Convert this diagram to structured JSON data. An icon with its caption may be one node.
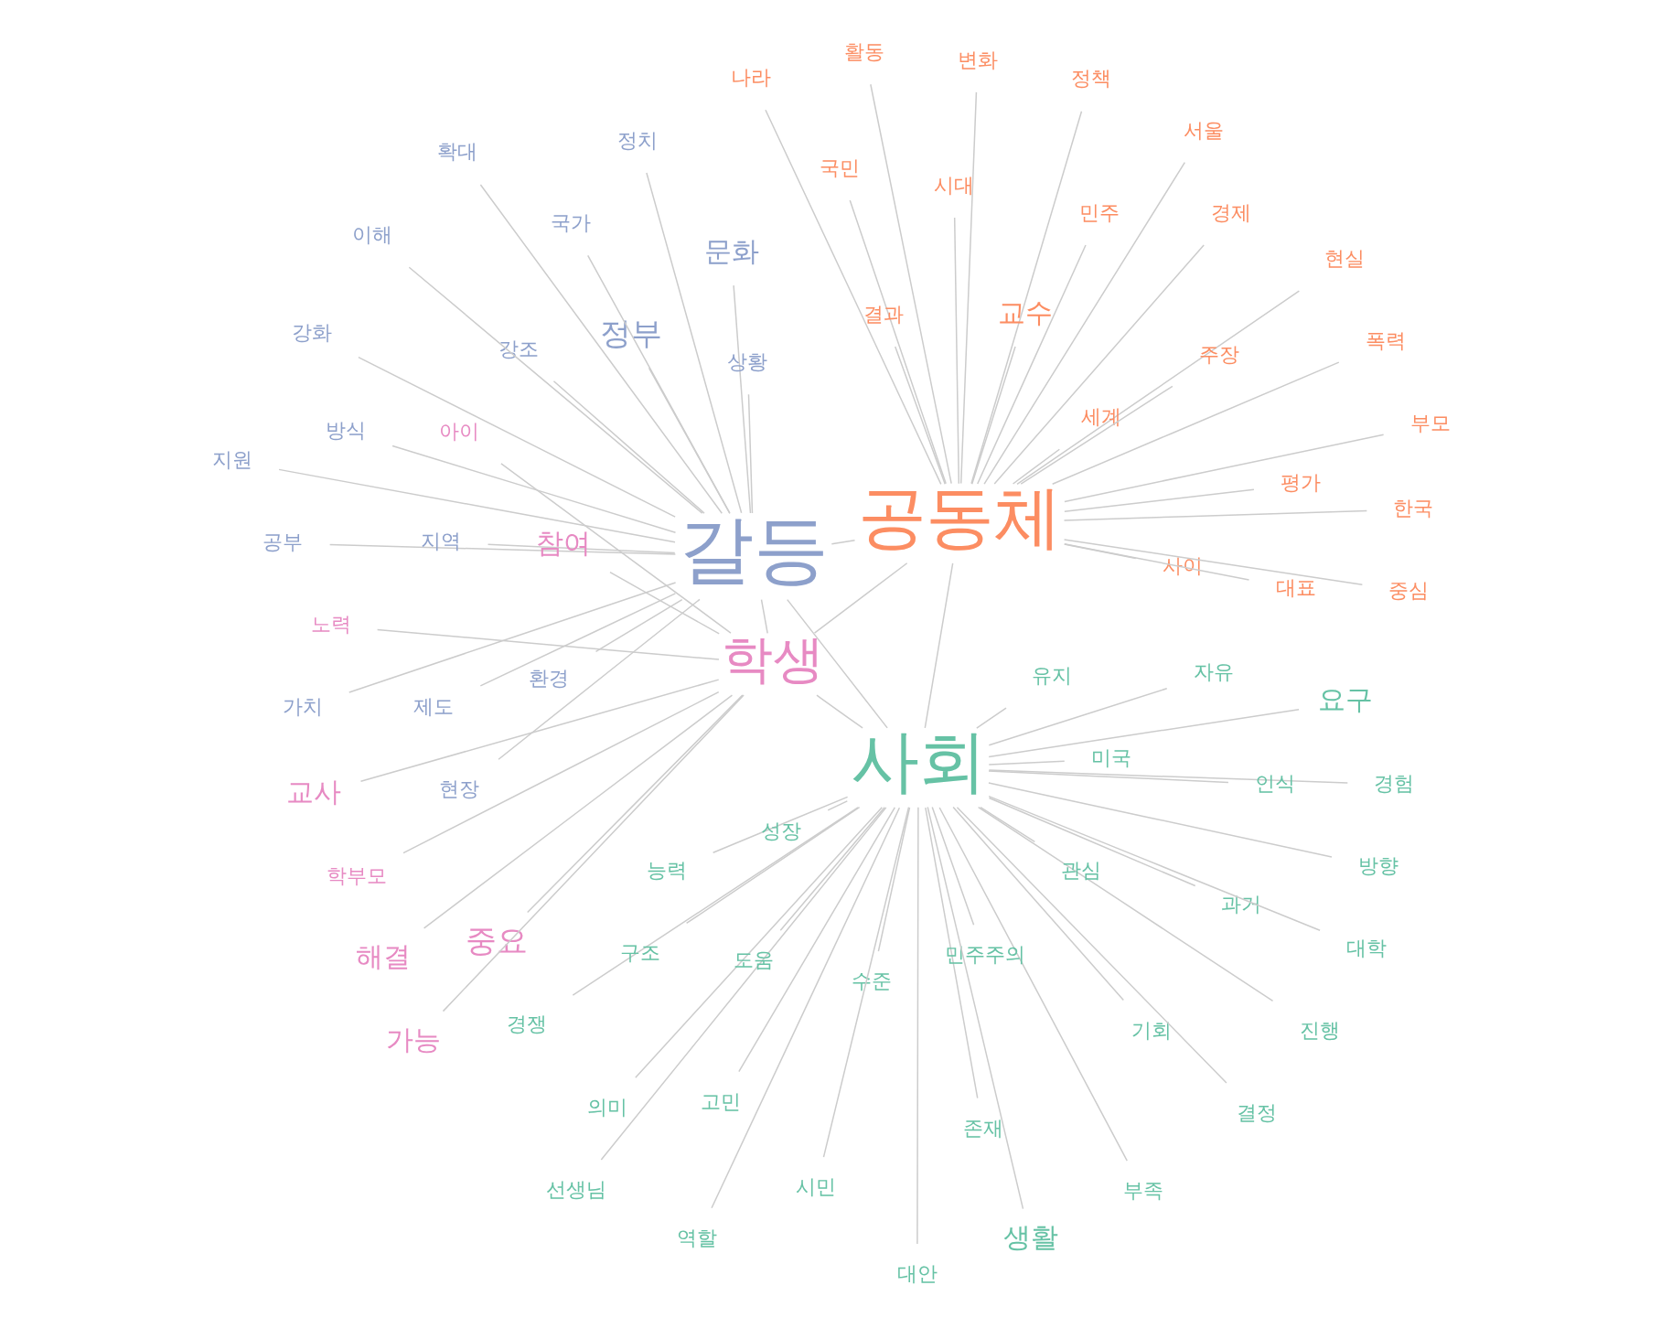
{
  "diagram": {
    "nodes": [
      {
        "text": [
          "사회"
        ]
      },
      {
        "text": [
          "공동체"
        ]
      },
      {
        "text": [
          "갈등"
        ]
      },
      {
        "text": [
          "학생"
        ]
      },
      {
        "text": [
          "과거"
        ]
      },
      {
        "text": [
          "의미"
        ]
      },
      {
        "text": [
          "선생님"
        ]
      },
      {
        "text": [
          "진행"
        ]
      },
      {
        "text": [
          "대안"
        ]
      },
      {
        "text": [
          "부족"
        ]
      },
      {
        "text": [
          "존재"
        ]
      },
      {
        "text": [
          "경쟁"
        ]
      },
      {
        "text": [
          "방향"
        ]
      },
      {
        "text": [
          "경험"
        ]
      },
      {
        "text": [
          "유지"
        ]
      },
      {
        "text": [
          "기회"
        ]
      },
      {
        "text": [
          "결정"
        ]
      },
      {
        "text": [
          "능력"
        ]
      },
      {
        "text": [
          "구조"
        ]
      },
      {
        "text": [
          "도움"
        ]
      },
      {
        "text": [
          "민주주의"
        ]
      },
      {
        "text": [
          "고민"
        ]
      },
      {
        "text": [
          "인식"
        ]
      },
      {
        "text": [
          "자유"
        ]
      },
      {
        "text": [
          "성장"
        ]
      },
      {
        "text": [
          "생활"
        ]
      },
      {
        "text": [
          "요구"
        ]
      },
      {
        "text": [
          "수준"
        ]
      },
      {
        "text": [
          "시민"
        ]
      },
      {
        "text": [
          "대학"
        ]
      },
      {
        "text": [
          "미국"
        ]
      },
      {
        "text": [
          "관심"
        ]
      },
      {
        "text": [
          "역할"
        ]
      },
      {
        "text": [
          "활동"
        ]
      },
      {
        "text": [
          "현실"
        ]
      },
      {
        "text": [
          "사이"
        ]
      },
      {
        "text": [
          "세계"
        ]
      },
      {
        "text": [
          "경제"
        ]
      },
      {
        "text": [
          "나라"
        ]
      },
      {
        "text": [
          "국민"
        ]
      },
      {
        "text": [
          "정책"
        ]
      },
      {
        "text": [
          "변화"
        ]
      },
      {
        "text": [
          "교수"
        ]
      },
      {
        "text": [
          "주장"
        ]
      },
      {
        "text": [
          "한국"
        ]
      },
      {
        "text": [
          "결과"
        ]
      },
      {
        "text": [
          "중심"
        ]
      },
      {
        "text": [
          "대표"
        ]
      },
      {
        "text": [
          "평가"
        ]
      },
      {
        "text": [
          "부모"
        ]
      },
      {
        "text": [
          "시대"
        ]
      },
      {
        "text": [
          "폭력"
        ]
      },
      {
        "text": [
          "서울"
        ]
      },
      {
        "text": [
          "민주"
        ]
      },
      {
        "text": [
          "확대"
        ]
      },
      {
        "text": [
          "제도"
        ]
      },
      {
        "text": [
          "가치"
        ]
      },
      {
        "text": [
          "강화"
        ]
      },
      {
        "text": [
          "문화"
        ]
      },
      {
        "text": [
          "지원"
        ]
      },
      {
        "text": [
          "강조"
        ]
      },
      {
        "text": [
          "이해"
        ]
      },
      {
        "text": [
          "공부"
        ]
      },
      {
        "text": [
          "정치"
        ]
      },
      {
        "text": [
          "상황"
        ]
      },
      {
        "text": [
          "지역"
        ]
      },
      {
        "text": [
          "정부"
        ]
      },
      {
        "text": [
          "국가"
        ]
      },
      {
        "text": [
          "환경"
        ]
      },
      {
        "text": [
          "방식"
        ]
      },
      {
        "text": [
          "현장"
        ]
      },
      {
        "text": [
          "아이"
        ]
      },
      {
        "text": [
          "노력"
        ]
      },
      {
        "text": [
          "교사"
        ]
      },
      {
        "text": [
          "해결"
        ]
      },
      {
        "text": [
          "중요"
        ]
      },
      {
        "text": [
          "참여"
        ]
      },
      {
        "text": [
          "가능"
        ]
      },
      {
        "text": [
          "학부모"
        ]
      }
    ],
    "edges": [
      {
        "from": 0,
        "to": 1,
        "arrow": "none"
      },
      {
        "from": 0,
        "to": 2,
        "arrow": "none"
      },
      {
        "from": 0,
        "to": 3,
        "arrow": "none"
      },
      {
        "from": 1,
        "to": 2,
        "arrow": "none"
      },
      {
        "from": 1,
        "to": 3,
        "arrow": "none"
      },
      {
        "from": 2,
        "to": 3,
        "arrow": "none"
      },
      {
        "from": 0,
        "to": 4,
        "arrow": "none"
      },
      {
        "from": 0,
        "to": 5,
        "arrow": "none"
      },
      {
        "from": 0,
        "to": 6,
        "arrow": "none"
      },
      {
        "from": 0,
        "to": 7,
        "arrow": "none"
      },
      {
        "from": 0,
        "to": 8,
        "arrow": "none"
      },
      {
        "from": 0,
        "to": 9,
        "arrow": "none"
      },
      {
        "from": 0,
        "to": 10,
        "arrow": "none"
      },
      {
        "from": 0,
        "to": 11,
        "arrow": "none"
      },
      {
        "from": 0,
        "to": 12,
        "arrow": "none"
      },
      {
        "from": 0,
        "to": 13,
        "arrow": "none"
      },
      {
        "from": 0,
        "to": 14,
        "arrow": "none"
      },
      {
        "from": 0,
        "to": 15,
        "arrow": "none"
      },
      {
        "from": 0,
        "to": 16,
        "arrow": "none"
      },
      {
        "from": 0,
        "to": 17,
        "arrow": "none"
      },
      {
        "from": 0,
        "to": 18,
        "arrow": "none"
      },
      {
        "from": 0,
        "to": 19,
        "arrow": "none"
      },
      {
        "from": 0,
        "to": 20,
        "arrow": "none"
      },
      {
        "from": 0,
        "to": 21,
        "arrow": "none"
      },
      {
        "from": 0,
        "to": 22,
        "arrow": "none"
      },
      {
        "from": 0,
        "to": 23,
        "arrow": "none"
      },
      {
        "from": 0,
        "to": 24,
        "arrow": "none"
      },
      {
        "from": 0,
        "to": 25,
        "arrow": "none"
      },
      {
        "from": 0,
        "to": 26,
        "arrow": "none"
      },
      {
        "from": 0,
        "to": 27,
        "arrow": "none"
      },
      {
        "from": 0,
        "to": 28,
        "arrow": "none"
      },
      {
        "from": 0,
        "to": 29,
        "arrow": "none"
      },
      {
        "from": 0,
        "to": 30,
        "arrow": "none"
      },
      {
        "from": 0,
        "to": 31,
        "arrow": "none"
      },
      {
        "from": 0,
        "to": 32,
        "arrow": "none"
      },
      {
        "from": 1,
        "to": 33,
        "arrow": "none"
      },
      {
        "from": 1,
        "to": 34,
        "arrow": "none"
      },
      {
        "from": 1,
        "to": 35,
        "arrow": "none"
      },
      {
        "from": 1,
        "to": 36,
        "arrow": "none"
      },
      {
        "from": 1,
        "to": 37,
        "arrow": "none"
      },
      {
        "from": 1,
        "to": 38,
        "arrow": "none"
      },
      {
        "from": 1,
        "to": 39,
        "arrow": "none"
      },
      {
        "from": 1,
        "to": 40,
        "arrow": "none"
      },
      {
        "from": 1,
        "to": 41,
        "arrow": "none"
      },
      {
        "from": 1,
        "to": 42,
        "arrow": "none"
      },
      {
        "from": 1,
        "to": 43,
        "arrow": "none"
      },
      {
        "from": 1,
        "to": 44,
        "arrow": "none"
      },
      {
        "from": 1,
        "to": 45,
        "arrow": "none"
      },
      {
        "from": 1,
        "to": 46,
        "arrow": "none"
      },
      {
        "from": 1,
        "to": 47,
        "arrow": "none"
      },
      {
        "from": 1,
        "to": 48,
        "arrow": "none"
      },
      {
        "from": 1,
        "to": 49,
        "arrow": "none"
      },
      {
        "from": 1,
        "to": 50,
        "arrow": "none"
      },
      {
        "from": 1,
        "to": 51,
        "arrow": "none"
      },
      {
        "from": 1,
        "to": 52,
        "arrow": "none"
      },
      {
        "from": 1,
        "to": 53,
        "arrow": "none"
      },
      {
        "from": 2,
        "to": 54,
        "arrow": "none"
      },
      {
        "from": 2,
        "to": 55,
        "arrow": "none"
      },
      {
        "from": 2,
        "to": 56,
        "arrow": "none"
      },
      {
        "from": 2,
        "to": 57,
        "arrow": "none"
      },
      {
        "from": 2,
        "to": 58,
        "arrow": "none"
      },
      {
        "from": 2,
        "to": 59,
        "arrow": "none"
      },
      {
        "from": 2,
        "to": 60,
        "arrow": "none"
      },
      {
        "from": 2,
        "to": 61,
        "arrow": "none"
      },
      {
        "from": 2,
        "to": 62,
        "arrow": "none"
      },
      {
        "from": 2,
        "to": 63,
        "arrow": "none"
      },
      {
        "from": 2,
        "to": 64,
        "arrow": "none"
      },
      {
        "from": 2,
        "to": 65,
        "arrow": "none"
      },
      {
        "from": 2,
        "to": 66,
        "arrow": "none"
      },
      {
        "from": 2,
        "to": 67,
        "arrow": "none"
      },
      {
        "from": 2,
        "to": 68,
        "arrow": "none"
      },
      {
        "from": 2,
        "to": 69,
        "arrow": "none"
      },
      {
        "from": 2,
        "to": 70,
        "arrow": "none"
      },
      {
        "from": 3,
        "to": 71,
        "arrow": "none"
      },
      {
        "from": 3,
        "to": 72,
        "arrow": "none"
      },
      {
        "from": 3,
        "to": 73,
        "arrow": "none"
      },
      {
        "from": 3,
        "to": 74,
        "arrow": "none"
      },
      {
        "from": 3,
        "to": 75,
        "arrow": "none"
      },
      {
        "from": 3,
        "to": 76,
        "arrow": "none"
      },
      {
        "from": 3,
        "to": 77,
        "arrow": "none"
      },
      {
        "from": 3,
        "to": 78,
        "arrow": "none"
      }
    ]
  }
}
